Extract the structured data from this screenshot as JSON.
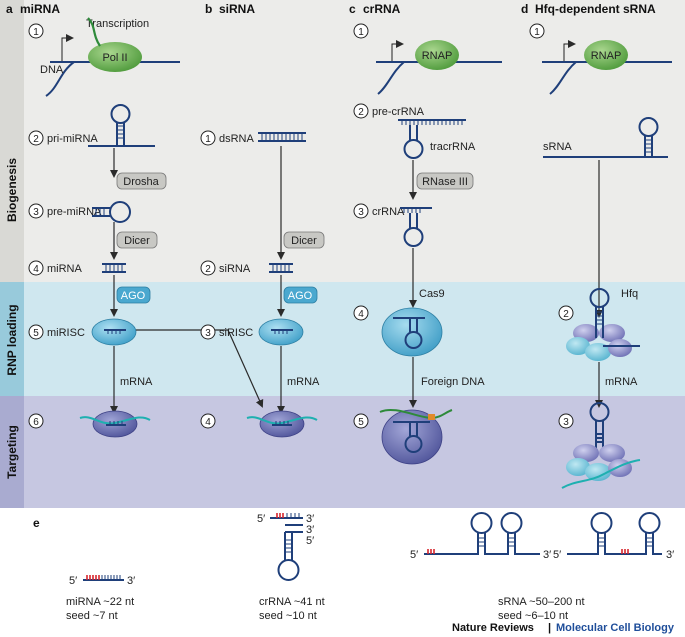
{
  "panels": {
    "a": {
      "letter": "a",
      "title": "miRNA"
    },
    "b": {
      "letter": "b",
      "title": "siRNA"
    },
    "c": {
      "letter": "c",
      "title": "crRNA"
    },
    "d": {
      "letter": "d",
      "title": "Hfq-dependent sRNA"
    },
    "e": {
      "letter": "e"
    }
  },
  "rows": {
    "biogenesis": "Biogenesis",
    "rnp_loading": "RNP loading",
    "targeting": "Targeting"
  },
  "a": {
    "step1": "1",
    "transcription": "Transcription",
    "pol2": "Pol II",
    "dna": "DNA",
    "step2": "2",
    "pri": "pri-miRNA",
    "step3": "3",
    "pre": "pre-miRNA",
    "drosha": "Drosha",
    "dicer": "Dicer",
    "step4": "4",
    "mirna": "miRNA",
    "ago": "AGO",
    "step5": "5",
    "mirisc": "miRISC",
    "mrna": "mRNA",
    "step6": "6"
  },
  "b": {
    "step1": "1",
    "dsrna": "dsRNA",
    "dicer": "Dicer",
    "step2": "2",
    "sirna": "siRNA",
    "ago": "AGO",
    "step3": "3",
    "sirisc": "siRISC",
    "mrna": "mRNA",
    "step4": "4"
  },
  "c": {
    "step1": "1",
    "rnap": "RNAP",
    "step2": "2",
    "pre": "pre-crRNA",
    "tracr": "tracrRNA",
    "rnase": "RNase III",
    "step3": "3",
    "crrna": "crRNA",
    "cas9": "Cas9",
    "step4": "4",
    "foreign": "Foreign DNA",
    "step5": "5"
  },
  "d": {
    "step1": "1",
    "rnap": "RNAP",
    "srna": "sRNA",
    "step2": "2",
    "hfq": "Hfq",
    "mrna": "mRNA",
    "step3": "3"
  },
  "e": {
    "mir_5": "5′",
    "mir_3": "3′",
    "mir_len": "miRNA ~22 nt",
    "mir_seed": "seed ~7 nt",
    "cr_5a": "5′",
    "cr_3a": "3′",
    "cr_3b": "3′",
    "cr_5b": "5′",
    "cr_len": "crRNA ~41 nt",
    "cr_seed": "seed ~10 nt",
    "s1_5": "5′",
    "s1_3": "3′",
    "s2_5": "5′",
    "s2_3": "3′",
    "s_len": "sRNA ~50–200 nt",
    "s_seed": "seed ~6–10 nt"
  },
  "footer": {
    "journal": "Nature Reviews",
    "sep": "|",
    "series": "Molecular Cell Biology"
  },
  "colors": {
    "rna": "#1f3f7a",
    "seed": "#d7262d",
    "biogenesis_bg": "#ececea",
    "rnp_bg": "#cfe7ef",
    "targeting_bg": "#c6c7e1",
    "tab_biogenesis": "#d9d9d5",
    "tab_rnp": "#98cadb",
    "tab_targeting": "#a9abd0",
    "protein_green": "#5fa84a",
    "ago_blue": "#4aa8cf",
    "target_mrna": "#1eb0b0",
    "enzyme_grey": "#c8c8c4",
    "series_blue": "#1f4e9a"
  }
}
